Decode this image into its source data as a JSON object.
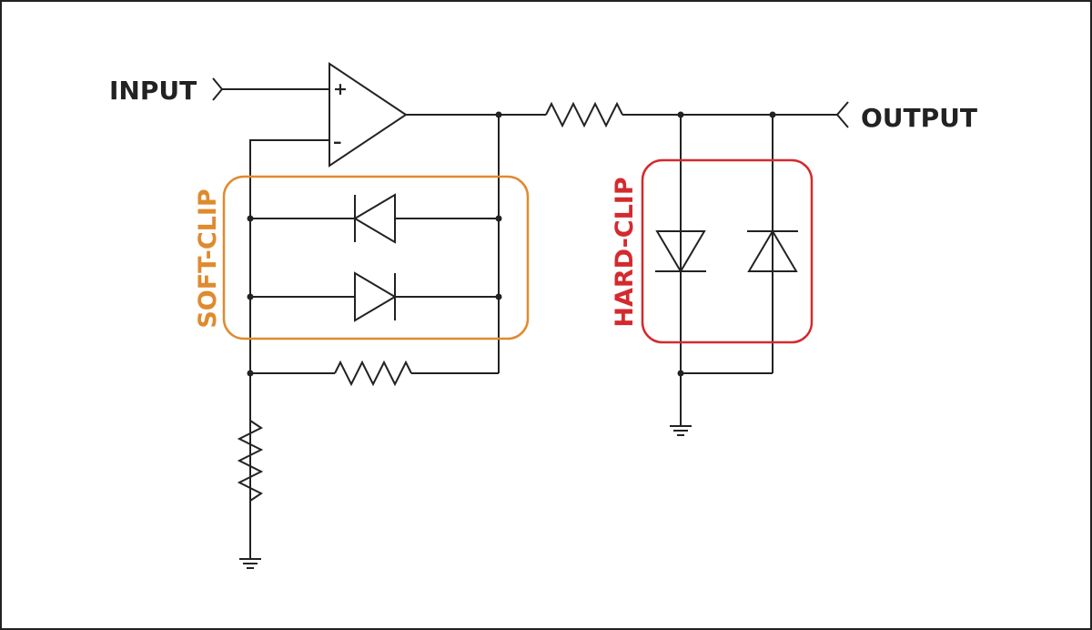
{
  "ports": {
    "input": "INPUT",
    "output": "OUTPUT"
  },
  "opamp": {
    "plus": "+",
    "minus": "–"
  },
  "groups": {
    "soft_clip": {
      "label": "SOFT-CLIP",
      "color": "#e08a2e"
    },
    "hard_clip": {
      "label": "HARD-CLIP",
      "color": "#d42a2e"
    }
  },
  "colors": {
    "wire": "#222222",
    "background": "#ffffff"
  }
}
